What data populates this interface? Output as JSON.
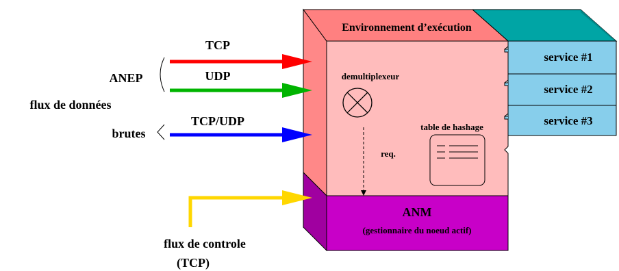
{
  "labels": {
    "env_title": "Environnement d’exécution",
    "service1": "service #1",
    "service2": "service #2",
    "service3": "service #3",
    "demux": "demultiplexeur",
    "req": "req.",
    "hash_table": "table de hashage",
    "anm_title": "ANM",
    "anm_subtitle": "(gestionnaire du noeud actif)",
    "tcp": "TCP",
    "udp": "UDP",
    "tcp_udp": "TCP/UDP",
    "anep": "ANEP",
    "flux_donnees": "flux de données",
    "brutes": "brutes",
    "flux_controle": "flux de controle",
    "flux_controle_tcp": "(TCP)"
  },
  "colors": {
    "front_face": "#ffbcbc",
    "top_face": "#ff8080",
    "left_face": "#ff8888",
    "service_box": "#87ceeb",
    "teal_block": "#00a5a5",
    "anm_front": "#c800c8",
    "anm_side": "#a000a0",
    "arrow_tcp": "#ff0000",
    "arrow_udp": "#00b400",
    "arrow_tcpudp": "#0000ff",
    "arrow_control": "#ffd700"
  }
}
